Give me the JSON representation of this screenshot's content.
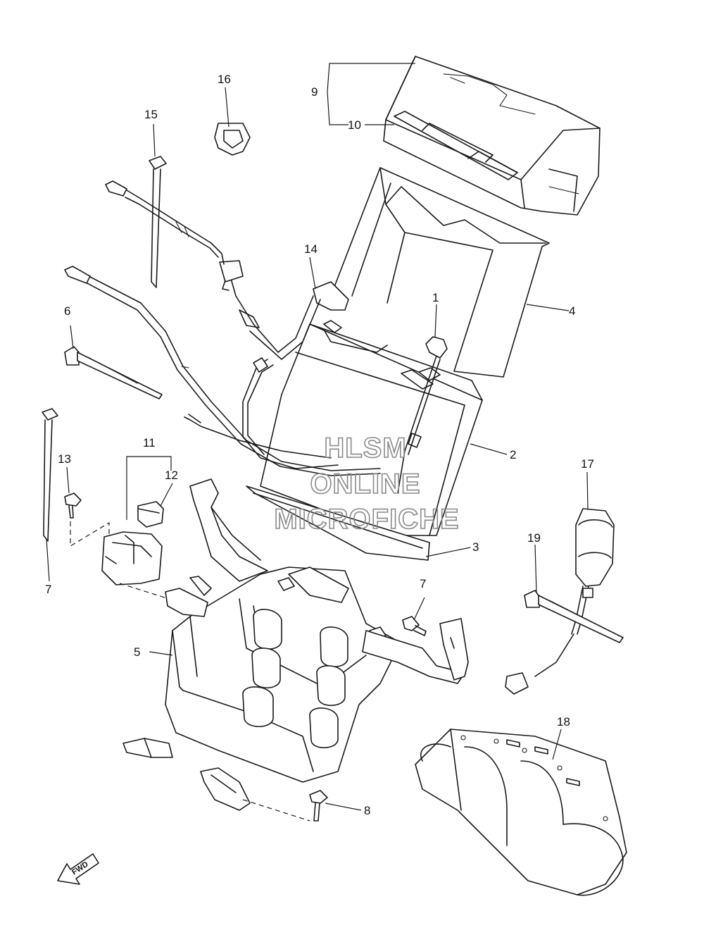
{
  "callouts": {
    "c1": "1",
    "c2": "2",
    "c3": "3",
    "c4": "4",
    "c5": "5",
    "c6": "6",
    "c7a": "7",
    "c7b": "7",
    "c8": "8",
    "c9": "9",
    "c10": "10",
    "c11": "11",
    "c12": "12",
    "c13": "13",
    "c14": "14",
    "c15": "15",
    "c16": "16",
    "c17": "17",
    "c18": "18",
    "c19": "19"
  },
  "watermark": {
    "line1": "HLSM",
    "line2": "ONLINE",
    "line3": "MICROFICHE"
  },
  "fwd_label": "FWD"
}
